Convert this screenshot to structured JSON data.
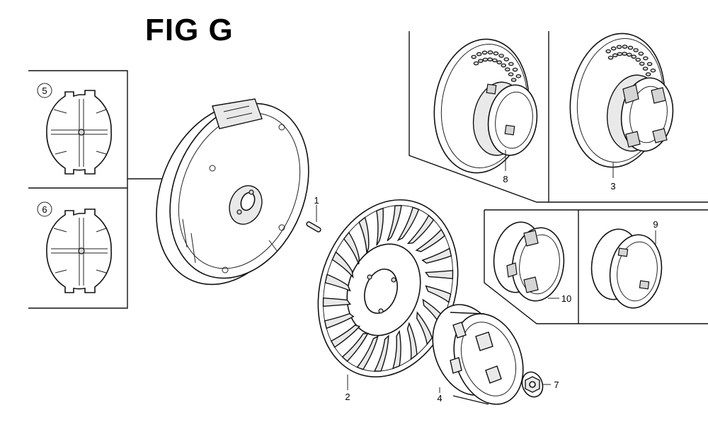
{
  "figure": {
    "title": "FIG G"
  },
  "callouts": {
    "c1": "1",
    "c2": "2",
    "c3": "3",
    "c4": "4",
    "c5": "5",
    "c6": "6",
    "c7": "7",
    "c8": "8",
    "c9": "9",
    "c10": "10"
  }
}
